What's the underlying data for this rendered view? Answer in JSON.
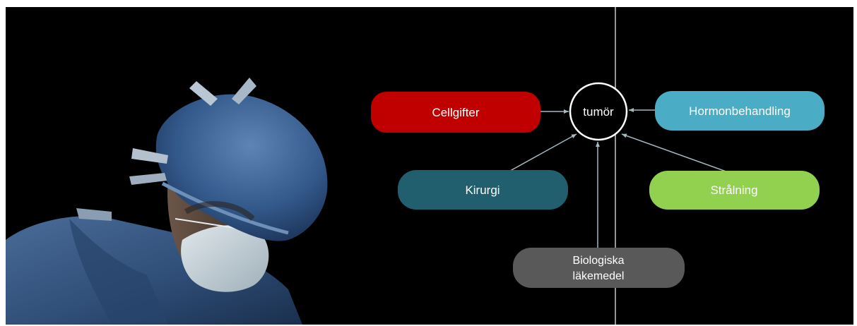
{
  "diagram": {
    "center": {
      "label": "tumör"
    },
    "nodes": {
      "cellgifter": {
        "label": "Cellgifter",
        "color": "#c00000"
      },
      "hormon": {
        "label": "Hormonbehandling",
        "color": "#4bacc6"
      },
      "kirurgi": {
        "label": "Kirurgi",
        "color": "#215f6e"
      },
      "stralning": {
        "label": "Strålning",
        "color": "#92d050"
      },
      "biologiska": {
        "line1": "Biologiska",
        "line2": "läkemedel",
        "color": "#595959"
      }
    },
    "colors": {
      "background": "#000000",
      "connector": "#a6b8c0",
      "divider": "#c8c8c8",
      "scrubs": "#3a5a85"
    }
  }
}
